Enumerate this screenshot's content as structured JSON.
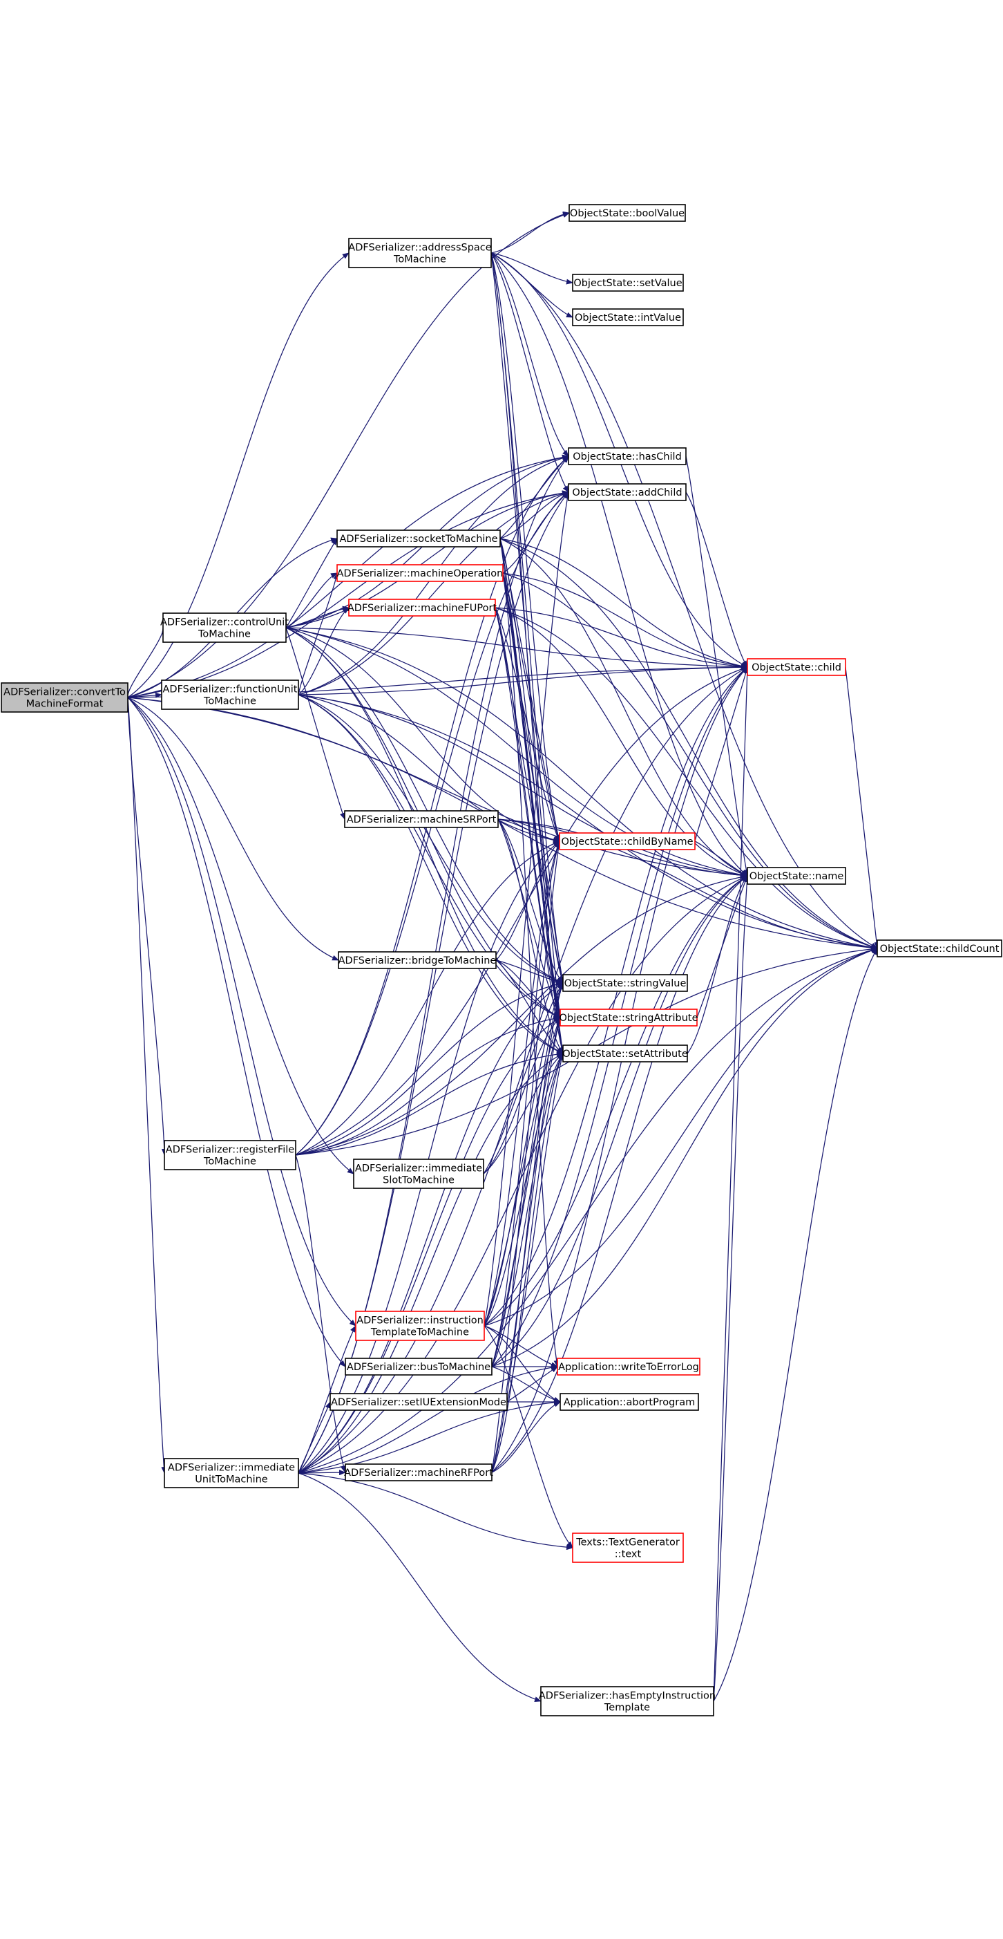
{
  "colors": {
    "edge": "#191970",
    "node_border": "#000000",
    "highlight_border": "#ff0000",
    "root_fill": "#bfbfbf",
    "node_fill": "#ffffff"
  },
  "nodes": [
    {
      "id": "convert",
      "lines": [
        "ADFSerializer::convertTo",
        "MachineFormat"
      ],
      "style": "root"
    },
    {
      "id": "controlUnit",
      "lines": [
        "ADFSerializer::controlUnit",
        "ToMachine"
      ],
      "style": "normal"
    },
    {
      "id": "functionUnit",
      "lines": [
        "ADFSerializer::functionUnit",
        "ToMachine"
      ],
      "style": "normal"
    },
    {
      "id": "registerFile",
      "lines": [
        "ADFSerializer::registerFile",
        "ToMachine"
      ],
      "style": "normal"
    },
    {
      "id": "immediateUnit",
      "lines": [
        "ADFSerializer::immediate",
        "UnitToMachine"
      ],
      "style": "normal"
    },
    {
      "id": "addressSpace",
      "lines": [
        "ADFSerializer::addressSpace",
        "ToMachine"
      ],
      "style": "normal"
    },
    {
      "id": "socket",
      "lines": [
        "ADFSerializer::socketToMachine"
      ],
      "style": "normal"
    },
    {
      "id": "machineOperation",
      "lines": [
        "ADFSerializer::machineOperation"
      ],
      "style": "highlight"
    },
    {
      "id": "machineFUPort",
      "lines": [
        "ADFSerializer::machineFUPort"
      ],
      "style": "highlight"
    },
    {
      "id": "machineSRPort",
      "lines": [
        "ADFSerializer::machineSRPort"
      ],
      "style": "normal"
    },
    {
      "id": "bridge",
      "lines": [
        "ADFSerializer::bridgeToMachine"
      ],
      "style": "normal"
    },
    {
      "id": "immediateSlot",
      "lines": [
        "ADFSerializer::immediate",
        "SlotToMachine"
      ],
      "style": "normal"
    },
    {
      "id": "instructionTemplate",
      "lines": [
        "ADFSerializer::instruction",
        "TemplateToMachine"
      ],
      "style": "highlight"
    },
    {
      "id": "bus",
      "lines": [
        "ADFSerializer::busToMachine"
      ],
      "style": "normal"
    },
    {
      "id": "setIUExtension",
      "lines": [
        "ADFSerializer::setIUExtensionMode"
      ],
      "style": "normal"
    },
    {
      "id": "machineRFPort",
      "lines": [
        "ADFSerializer::machineRFPort"
      ],
      "style": "normal"
    },
    {
      "id": "boolValue",
      "lines": [
        "ObjectState::boolValue"
      ],
      "style": "normal"
    },
    {
      "id": "setValue",
      "lines": [
        "ObjectState::setValue"
      ],
      "style": "normal"
    },
    {
      "id": "intValue",
      "lines": [
        "ObjectState::intValue"
      ],
      "style": "normal"
    },
    {
      "id": "hasChild",
      "lines": [
        "ObjectState::hasChild"
      ],
      "style": "normal"
    },
    {
      "id": "addChild",
      "lines": [
        "ObjectState::addChild"
      ],
      "style": "normal"
    },
    {
      "id": "child",
      "lines": [
        "ObjectState::child"
      ],
      "style": "highlight"
    },
    {
      "id": "childByName",
      "lines": [
        "ObjectState::childByName"
      ],
      "style": "highlight"
    },
    {
      "id": "name",
      "lines": [
        "ObjectState::name"
      ],
      "style": "normal"
    },
    {
      "id": "childCount",
      "lines": [
        "ObjectState::childCount"
      ],
      "style": "normal"
    },
    {
      "id": "stringValue",
      "lines": [
        "ObjectState::stringValue"
      ],
      "style": "normal"
    },
    {
      "id": "stringAttribute",
      "lines": [
        "ObjectState::stringAttribute"
      ],
      "style": "highlight"
    },
    {
      "id": "setAttribute",
      "lines": [
        "ObjectState::setAttribute"
      ],
      "style": "normal"
    },
    {
      "id": "writeToErrorLog",
      "lines": [
        "Application::writeToErrorLog"
      ],
      "style": "highlight"
    },
    {
      "id": "abortProgram",
      "lines": [
        "Application::abortProgram"
      ],
      "style": "normal"
    },
    {
      "id": "text",
      "lines": [
        "Texts::TextGenerator",
        "::text"
      ],
      "style": "highlight"
    },
    {
      "id": "hasEmptyInstruction",
      "lines": [
        "ADFSerializer::hasEmptyInstruction",
        "Template"
      ],
      "style": "normal"
    }
  ],
  "edges": [
    [
      "convert",
      "controlUnit"
    ],
    [
      "convert",
      "functionUnit"
    ],
    [
      "convert",
      "registerFile"
    ],
    [
      "convert",
      "immediateUnit"
    ],
    [
      "convert",
      "addressSpace"
    ],
    [
      "convert",
      "socket"
    ],
    [
      "convert",
      "bridge"
    ],
    [
      "convert",
      "immediateSlot"
    ],
    [
      "convert",
      "instructionTemplate"
    ],
    [
      "convert",
      "bus"
    ],
    [
      "convert",
      "boolValue"
    ],
    [
      "convert",
      "child"
    ],
    [
      "convert",
      "childCount"
    ],
    [
      "convert",
      "name"
    ],
    [
      "convert",
      "hasChild"
    ],
    [
      "convert",
      "addChild"
    ],
    [
      "addressSpace",
      "boolValue"
    ],
    [
      "addressSpace",
      "setValue"
    ],
    [
      "addressSpace",
      "intValue"
    ],
    [
      "addressSpace",
      "hasChild"
    ],
    [
      "addressSpace",
      "addChild"
    ],
    [
      "addressSpace",
      "child"
    ],
    [
      "addressSpace",
      "childCount"
    ],
    [
      "addressSpace",
      "name"
    ],
    [
      "addressSpace",
      "childByName"
    ],
    [
      "addressSpace",
      "stringValue"
    ],
    [
      "addressSpace",
      "stringAttribute"
    ],
    [
      "addressSpace",
      "setAttribute"
    ],
    [
      "controlUnit",
      "socket"
    ],
    [
      "controlUnit",
      "machineOperation"
    ],
    [
      "controlUnit",
      "machineFUPort"
    ],
    [
      "controlUnit",
      "machineSRPort"
    ],
    [
      "controlUnit",
      "hasChild"
    ],
    [
      "controlUnit",
      "addChild"
    ],
    [
      "controlUnit",
      "child"
    ],
    [
      "controlUnit",
      "childByName"
    ],
    [
      "controlUnit",
      "name"
    ],
    [
      "controlUnit",
      "childCount"
    ],
    [
      "controlUnit",
      "stringValue"
    ],
    [
      "controlUnit",
      "stringAttribute"
    ],
    [
      "controlUnit",
      "setAttribute"
    ],
    [
      "functionUnit",
      "machineOperation"
    ],
    [
      "functionUnit",
      "machineFUPort"
    ],
    [
      "functionUnit",
      "hasChild"
    ],
    [
      "functionUnit",
      "addChild"
    ],
    [
      "functionUnit",
      "childByName"
    ],
    [
      "functionUnit",
      "name"
    ],
    [
      "functionUnit",
      "childCount"
    ],
    [
      "functionUnit",
      "stringValue"
    ],
    [
      "functionUnit",
      "stringAttribute"
    ],
    [
      "functionUnit",
      "setAttribute"
    ],
    [
      "functionUnit",
      "child"
    ],
    [
      "socket",
      "hasChild"
    ],
    [
      "socket",
      "addChild"
    ],
    [
      "socket",
      "child"
    ],
    [
      "socket",
      "childCount"
    ],
    [
      "socket",
      "name"
    ],
    [
      "socket",
      "childByName"
    ],
    [
      "socket",
      "stringValue"
    ],
    [
      "socket",
      "stringAttribute"
    ],
    [
      "socket",
      "setAttribute"
    ],
    [
      "machineOperation",
      "addChild"
    ],
    [
      "machineOperation",
      "child"
    ],
    [
      "machineOperation",
      "childCount"
    ],
    [
      "machineOperation",
      "childByName"
    ],
    [
      "machineOperation",
      "stringValue"
    ],
    [
      "machineOperation",
      "stringAttribute"
    ],
    [
      "machineOperation",
      "setAttribute"
    ],
    [
      "machineOperation",
      "writeToErrorLog"
    ],
    [
      "machineFUPort",
      "child"
    ],
    [
      "machineFUPort",
      "childCount"
    ],
    [
      "machineFUPort",
      "name"
    ],
    [
      "machineFUPort",
      "childByName"
    ],
    [
      "machineFUPort",
      "stringValue"
    ],
    [
      "machineFUPort",
      "stringAttribute"
    ],
    [
      "machineFUPort",
      "setAttribute"
    ],
    [
      "machineSRPort",
      "childByName"
    ],
    [
      "machineSRPort",
      "name"
    ],
    [
      "machineSRPort",
      "childCount"
    ],
    [
      "machineSRPort",
      "stringValue"
    ],
    [
      "machineSRPort",
      "stringAttribute"
    ],
    [
      "machineSRPort",
      "setAttribute"
    ],
    [
      "bridge",
      "childByName"
    ],
    [
      "bridge",
      "stringValue"
    ],
    [
      "bridge",
      "stringAttribute"
    ],
    [
      "bridge",
      "setAttribute"
    ],
    [
      "immediateSlot",
      "stringValue"
    ],
    [
      "immediateSlot",
      "stringAttribute"
    ],
    [
      "immediateSlot",
      "setAttribute"
    ],
    [
      "registerFile",
      "machineRFPort"
    ],
    [
      "registerFile",
      "hasChild"
    ],
    [
      "registerFile",
      "addChild"
    ],
    [
      "registerFile",
      "child"
    ],
    [
      "registerFile",
      "childByName"
    ],
    [
      "registerFile",
      "name"
    ],
    [
      "registerFile",
      "childCount"
    ],
    [
      "registerFile",
      "stringValue"
    ],
    [
      "registerFile",
      "stringAttribute"
    ],
    [
      "registerFile",
      "setAttribute"
    ],
    [
      "immediateUnit",
      "machineRFPort"
    ],
    [
      "immediateUnit",
      "setIUExtension"
    ],
    [
      "immediateUnit",
      "hasEmptyInstruction"
    ],
    [
      "immediateUnit",
      "text"
    ],
    [
      "immediateUnit",
      "abortProgram"
    ],
    [
      "immediateUnit",
      "writeToErrorLog"
    ],
    [
      "immediateUnit",
      "childCount"
    ],
    [
      "immediateUnit",
      "name"
    ],
    [
      "immediateUnit",
      "child"
    ],
    [
      "immediateUnit",
      "hasChild"
    ],
    [
      "immediateUnit",
      "addChild"
    ],
    [
      "immediateUnit",
      "childByName"
    ],
    [
      "immediateUnit",
      "stringValue"
    ],
    [
      "immediateUnit",
      "stringAttribute"
    ],
    [
      "immediateUnit",
      "setAttribute"
    ],
    [
      "immediateUnit",
      "instructionTemplate"
    ],
    [
      "instructionTemplate",
      "childByName"
    ],
    [
      "instructionTemplate",
      "stringValue"
    ],
    [
      "instructionTemplate",
      "stringAttribute"
    ],
    [
      "instructionTemplate",
      "setAttribute"
    ],
    [
      "instructionTemplate",
      "childCount"
    ],
    [
      "instructionTemplate",
      "name"
    ],
    [
      "instructionTemplate",
      "child"
    ],
    [
      "instructionTemplate",
      "writeToErrorLog"
    ],
    [
      "instructionTemplate",
      "abortProgram"
    ],
    [
      "instructionTemplate",
      "text"
    ],
    [
      "instructionTemplate",
      "addChild"
    ],
    [
      "bus",
      "writeToErrorLog"
    ],
    [
      "bus",
      "abortProgram"
    ],
    [
      "bus",
      "childByName"
    ],
    [
      "bus",
      "stringValue"
    ],
    [
      "bus",
      "stringAttribute"
    ],
    [
      "bus",
      "setAttribute"
    ],
    [
      "bus",
      "name"
    ],
    [
      "bus",
      "child"
    ],
    [
      "bus",
      "childCount"
    ],
    [
      "setIUExtension",
      "writeToErrorLog"
    ],
    [
      "setIUExtension",
      "abortProgram"
    ],
    [
      "setIUExtension",
      "setAttribute"
    ],
    [
      "machineRFPort",
      "childByName"
    ],
    [
      "machineRFPort",
      "stringValue"
    ],
    [
      "machineRFPort",
      "stringAttribute"
    ],
    [
      "machineRFPort",
      "setAttribute"
    ],
    [
      "machineRFPort",
      "name"
    ],
    [
      "machineRFPort",
      "child"
    ],
    [
      "machineRFPort",
      "abortProgram"
    ],
    [
      "childByName",
      "name"
    ],
    [
      "childByName",
      "child"
    ],
    [
      "child",
      "childCount"
    ],
    [
      "stringAttribute",
      "name"
    ],
    [
      "setAttribute",
      "name"
    ],
    [
      "addChild",
      "child"
    ],
    [
      "hasChild",
      "name"
    ],
    [
      "hasEmptyInstruction",
      "child"
    ],
    [
      "hasEmptyInstruction",
      "childCount"
    ],
    [
      "hasEmptyInstruction",
      "name"
    ]
  ]
}
